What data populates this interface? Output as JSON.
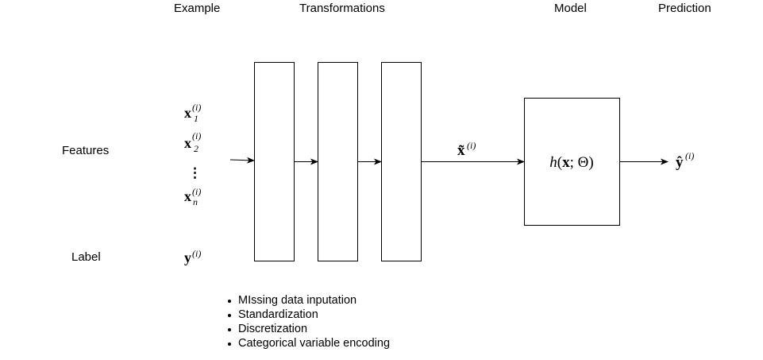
{
  "headers": {
    "example": "Example",
    "transformations": "Transformations",
    "model": "Model",
    "prediction": "Prediction"
  },
  "row_labels": {
    "features": "Features",
    "label": "Label"
  },
  "example": {
    "features": [
      {
        "symbol": "x",
        "subscript": "1",
        "superscript": "(i)"
      },
      {
        "symbol": "x",
        "subscript": "2",
        "superscript": "(i)"
      },
      {
        "symbol": "x",
        "subscript": "n",
        "superscript": "(i)"
      }
    ],
    "ellipsis": "⋮",
    "label": {
      "symbol": "y",
      "superscript": "(i)"
    }
  },
  "transformed": {
    "symbol": "x̃",
    "superscript": "(i)"
  },
  "model": {
    "fn": "h",
    "open": "(",
    "arg": "x",
    "sep": "; ",
    "param": "Θ",
    "close": ")"
  },
  "prediction": {
    "symbol": "ŷ",
    "superscript": "(i)"
  },
  "transformation_steps": [
    "MIssing data inputation",
    "Standardization",
    "Discretization",
    "Categorical variable encoding"
  ]
}
